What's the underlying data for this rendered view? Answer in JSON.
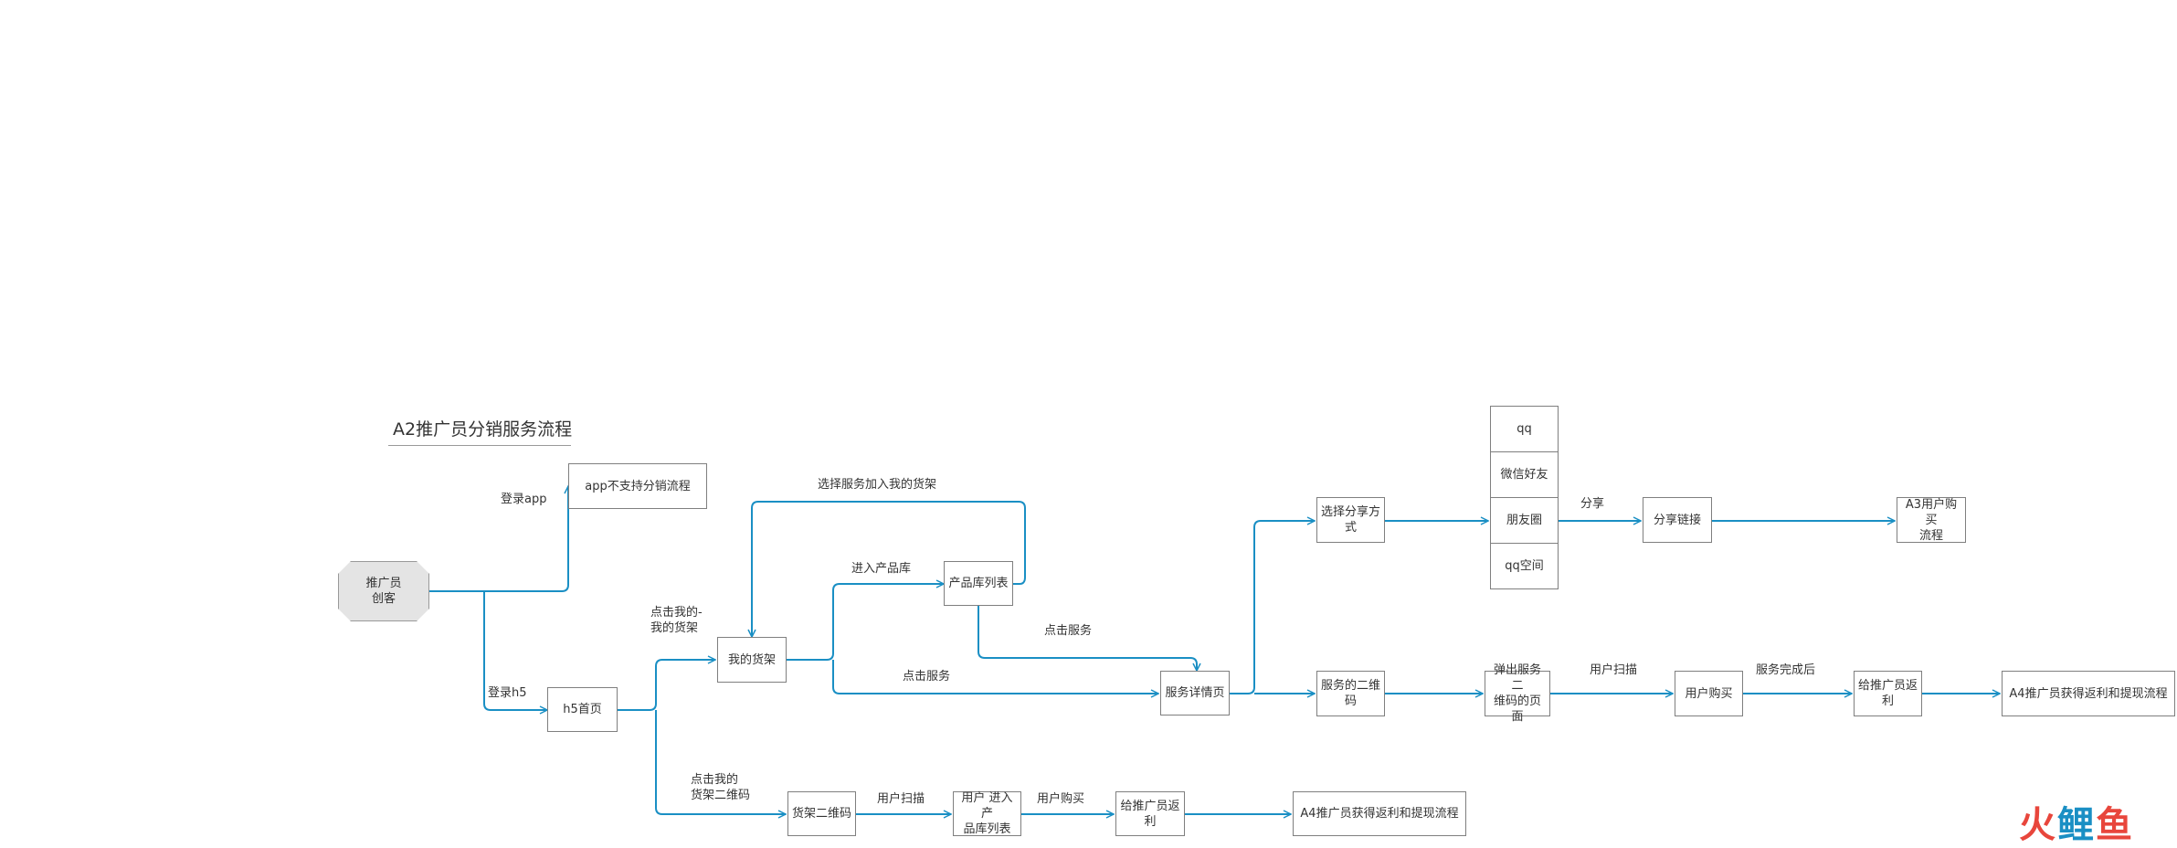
{
  "title": "A2推广员分销服务流程",
  "colors": {
    "edge": "#1a8fc4",
    "node_border": "#7f7f7f",
    "start_fill": "#e4e4e4",
    "watermark": "#e8463c"
  },
  "nodes": {
    "start": "推广员\n创客",
    "app_unsupported": "app不支持分销流程",
    "h5_home": "h5首页",
    "my_shelf": "我的货架",
    "product_library": "产品库列表",
    "service_detail": "服务详情页",
    "choose_share": "选择分享方\n式",
    "qq": "qq",
    "wechat_friend": "微信好友",
    "moments": "朋友圈",
    "qq_zone": "qq空间",
    "share_link": "分享链接",
    "a3_flow": "A3用户购买\n流程",
    "service_qrcode": "服务的二维\n码",
    "popup_qrcode_page": "弹出服务二\n维码的页面",
    "user_buy_top": "用户购买",
    "rebate_top": "给推广员返\n利",
    "a4_top": "A4推广员获得返利和提现流程",
    "shelf_qrcode": "货架二维码",
    "user_enter_library": "用户 进入产\n品库列表",
    "rebate_bottom": "给推广员返\n利",
    "a4_bottom": "A4推广员获得返利和提现流程"
  },
  "edge_labels": {
    "login_app": "登录app",
    "login_h5": "登录h5",
    "click_my_shelf": "点击我的-\n我的货架",
    "click_shelf_qrcode": "点击我的\n货架二维码",
    "enter_library": "进入产品库",
    "add_to_shelf": "选择服务加入我的货架",
    "click_service_library": "点击服务",
    "click_service_shelf": "点击服务",
    "share": "分享",
    "user_scan_top": "用户扫描",
    "service_done": "服务完成后",
    "user_scan_bottom": "用户扫描",
    "user_buy_bottom": "用户购买"
  },
  "watermark": {
    "part1": "火",
    "part2": "鲤",
    "part3": "鱼"
  }
}
